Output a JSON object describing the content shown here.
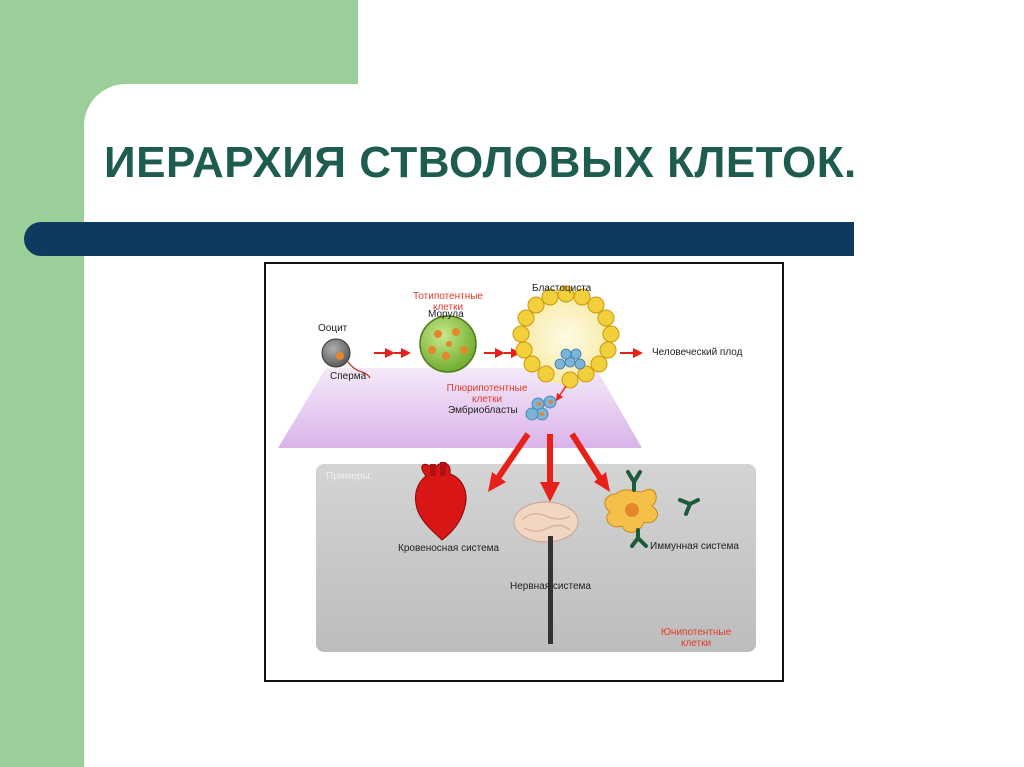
{
  "slide": {
    "title": "ИЕРАРХИЯ СТВОЛОВЫХ КЛЕТОК."
  },
  "diagram": {
    "labels": {
      "oocyte": "Ооцит",
      "sperm": "Сперма",
      "totipotent_line1": "Тотипотентные",
      "totipotent_line2": "клетки",
      "morula": "Морула",
      "blastocyst": "Бластоциста",
      "human_fetus": "Человеческий плод",
      "pluripotent_line1": "Плюрипотентные",
      "pluripotent_line2": "клетки",
      "embryoblasts": "Эмбриобласты",
      "examples": "Примеры:",
      "circulatory": "Кровеносная система",
      "nervous": "Нервная система",
      "immune": "Иммунная система",
      "unipotent_line1": "Юнипотентные",
      "unipotent_line2": "клетки"
    },
    "colors": {
      "arrow_red": "#e8201a",
      "label_red": "#e23a2a",
      "plane_purple": "#d9b3e8",
      "examples_panel": "#c8c8c8",
      "blastocyst_yellow": "#f2d03b",
      "morula_green": "#8cc43a",
      "heart_red": "#d81616",
      "immune_cell_yellow": "#f4c04a",
      "antibody_green": "#1f5a3a"
    }
  }
}
